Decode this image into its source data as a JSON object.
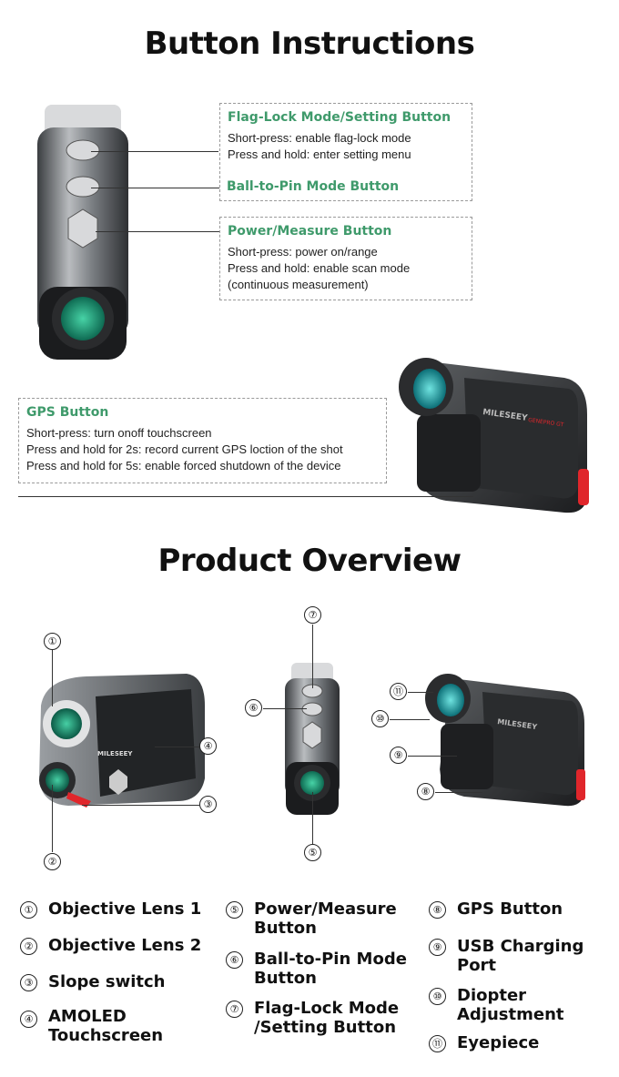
{
  "section1": {
    "title": "Button Instructions",
    "flag_lock": {
      "title": "Flag-Lock Mode/Setting Button",
      "lines": [
        "Short-press: enable flag-lock mode",
        "Press and hold: enter setting menu"
      ]
    },
    "ball_to_pin": {
      "title": "Ball-to-Pin Mode Button"
    },
    "power": {
      "title": "Power/Measure Button",
      "lines": [
        "Short-press: power on/range",
        "Press and hold: enable scan mode",
        " (continuous measurement)"
      ]
    },
    "gps": {
      "title": "GPS Button",
      "lines": [
        "Short-press: turn onoff touchscreen",
        "Press and hold for 2s: record current GPS loction of the shot",
        "Press and hold for 5s: enable forced shutdown of the device"
      ]
    },
    "brand": "MILESEEY",
    "model": "GENEPRO GT"
  },
  "section2": {
    "title": "Product Overview",
    "callouts": [
      "①",
      "②",
      "③",
      "④",
      "⑤",
      "⑥",
      "⑦",
      "⑧",
      "⑨",
      "⑩",
      "⑪"
    ],
    "legend": [
      {
        "num": "①",
        "label": "Objective Lens 1"
      },
      {
        "num": "②",
        "label": "Objective Lens 2"
      },
      {
        "num": "③",
        "label": "Slope switch"
      },
      {
        "num": "④",
        "label": "AMOLED Touchscreen"
      },
      {
        "num": "⑤",
        "label": "Power/Measure Button"
      },
      {
        "num": "⑥",
        "label": "Ball-to-Pin Mode Button"
      },
      {
        "num": "⑦",
        "label": "Flag-Lock Mode /Setting Button"
      },
      {
        "num": "⑧",
        "label": "GPS Button"
      },
      {
        "num": "⑨",
        "label": "USB Charging Port"
      },
      {
        "num": "⑩",
        "label": "Diopter Adjustment"
      },
      {
        "num": "⑪",
        "label": "Eyepiece"
      }
    ]
  },
  "colors": {
    "accent_green": "#3f9a6b",
    "device_red": "#e0262b",
    "lens_green": "#2bb88a"
  }
}
